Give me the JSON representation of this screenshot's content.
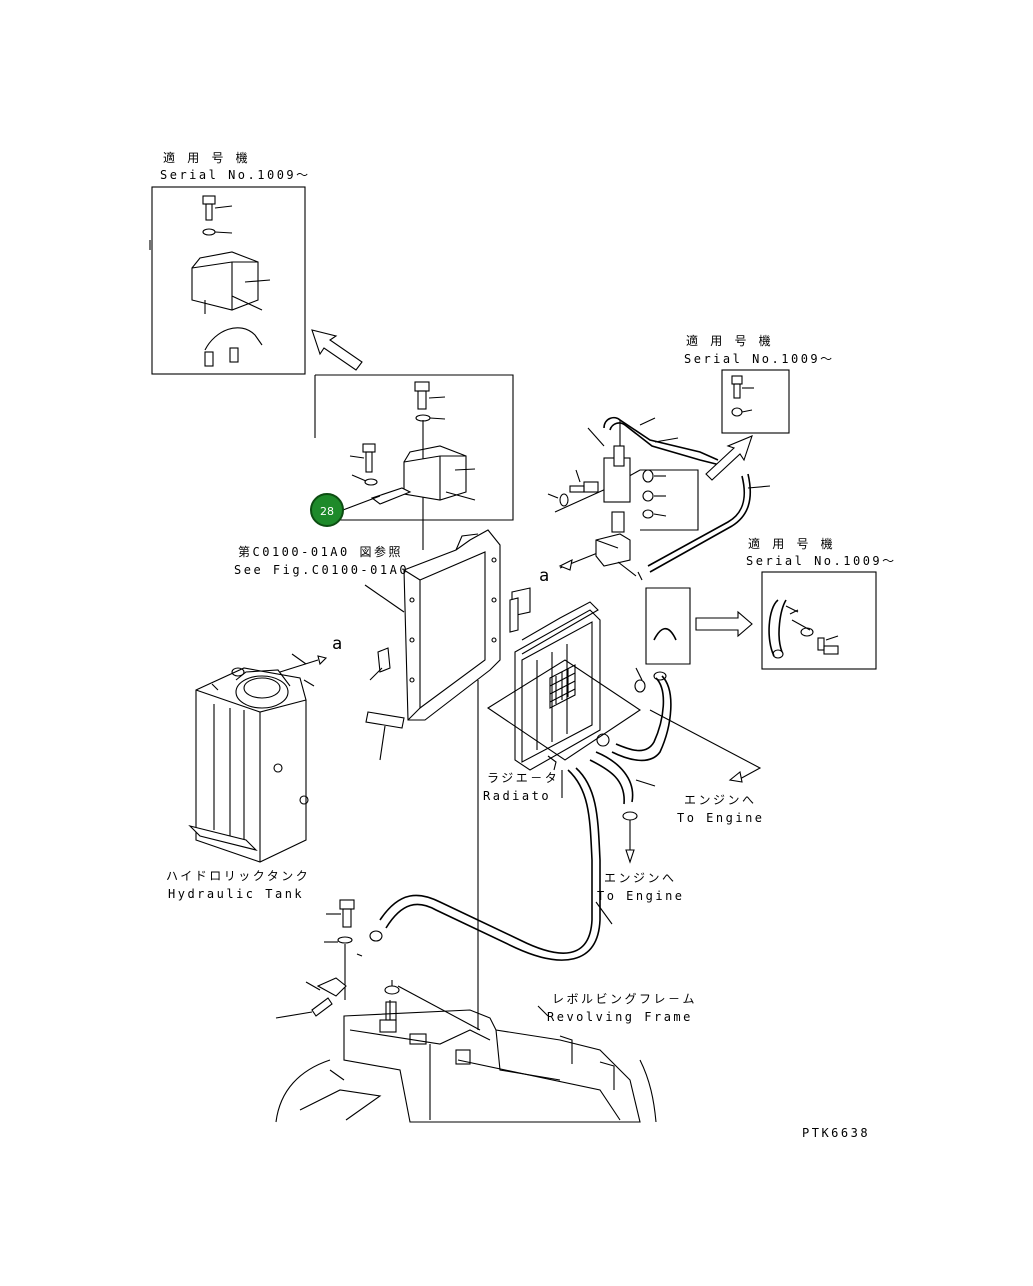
{
  "labels": {
    "serial_top_left_jp": "適 用 号 機",
    "serial_top_left_en": "Serial No.1009～",
    "serial_top_right_jp": "適 用 号 機",
    "serial_top_right_en": "Serial No.1009～",
    "serial_mid_right_jp": "適 用 号 機",
    "serial_mid_right_en": "Serial No.1009～",
    "see_fig_jp": "第C0100-01A0 図参照",
    "see_fig_en": "See Fig.C0100-01A0",
    "ref_a_upper": "a",
    "ref_a_lower": "a",
    "radiator_jp": "ラジエ－タ",
    "radiator_en": "Radiato",
    "to_engine_upper_jp": "エンジンへ",
    "to_engine_upper_en": "To Engine",
    "to_engine_lower_jp": "エンジンへ",
    "to_engine_lower_en": "To Engine",
    "hydraulic_tank_jp": "ハイドロリックタンク",
    "hydraulic_tank_en": "Hydraulic Tank",
    "revolving_frame_jp": "レボルビングフレ－ム",
    "revolving_frame_en": "Revolving Frame",
    "drawing_code": "PTK6638"
  },
  "callout": {
    "number": "28",
    "color": "#1e8a2a"
  },
  "icons": [
    "arrow-icon",
    "bolt-icon",
    "washer-icon",
    "clamp-icon"
  ]
}
